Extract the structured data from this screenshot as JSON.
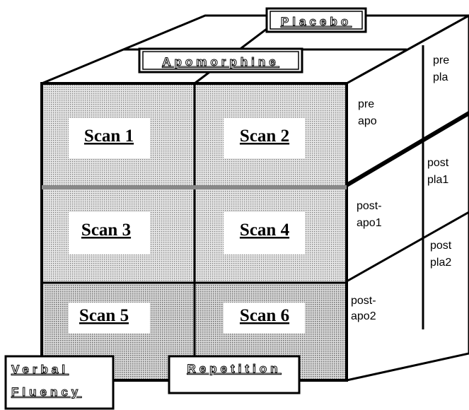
{
  "top_labels": {
    "placebo": "Placebo",
    "apomorphine": "Apomorphine"
  },
  "cells": [
    {
      "label": "Scan 1"
    },
    {
      "label": "Scan 2"
    },
    {
      "label": "Scan 3"
    },
    {
      "label": "Scan 4"
    },
    {
      "label": "Scan 5"
    },
    {
      "label": "Scan 6"
    }
  ],
  "side_apo": [
    {
      "lines": [
        "pre",
        "apo"
      ]
    },
    {
      "lines": [
        "post-",
        "apo1"
      ]
    },
    {
      "lines": [
        "post-",
        "apo2"
      ]
    }
  ],
  "side_pla": [
    {
      "lines": [
        "pre",
        "pla"
      ]
    },
    {
      "lines": [
        "post",
        "pla1"
      ]
    },
    {
      "lines": [
        "post",
        "pla2"
      ]
    }
  ],
  "bottom_labels": {
    "verbal": "Verbal",
    "fluency": "Fluency",
    "repetition": "Repetition"
  }
}
